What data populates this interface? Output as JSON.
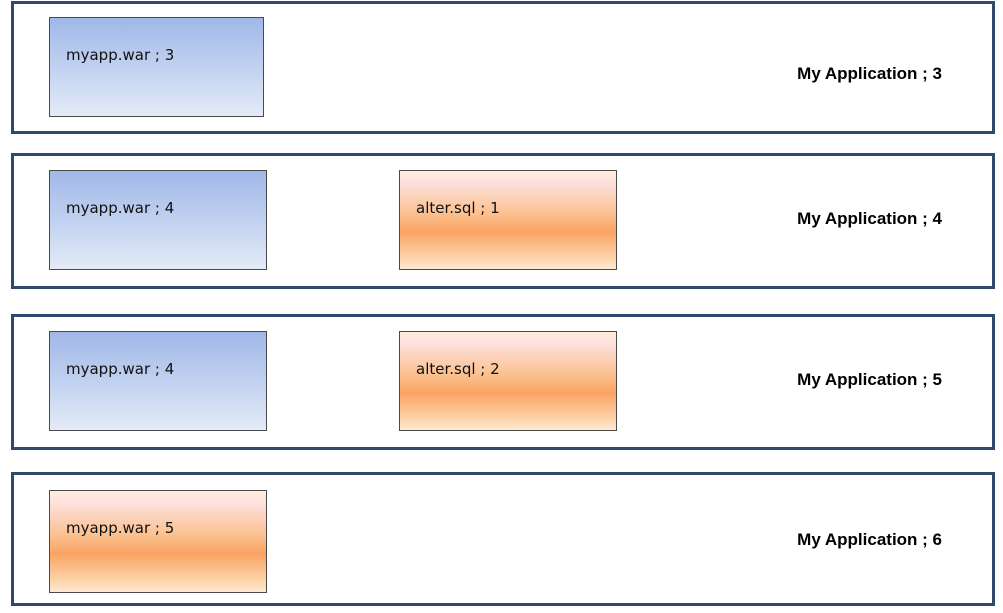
{
  "rows": [
    {
      "artifacts": [
        {
          "label": "myapp.war ; 3",
          "style": "blue"
        }
      ],
      "application": "My Application ; 3"
    },
    {
      "artifacts": [
        {
          "label": "myapp.war ; 4",
          "style": "blue"
        },
        {
          "label": "alter.sql ; 1",
          "style": "orange"
        }
      ],
      "application": "My Application ; 4"
    },
    {
      "artifacts": [
        {
          "label": "myapp.war ; 4",
          "style": "blue"
        },
        {
          "label": "alter.sql ; 2",
          "style": "orange"
        }
      ],
      "application": "My Application ; 5"
    },
    {
      "artifacts": [
        {
          "label": "myapp.war ; 5",
          "style": "orange"
        }
      ],
      "application": "My Application ; 6"
    }
  ],
  "colors": {
    "row_border": "#2f4a6b",
    "blue_fill": "#a0b8e8",
    "orange_fill": "#f9a363"
  }
}
